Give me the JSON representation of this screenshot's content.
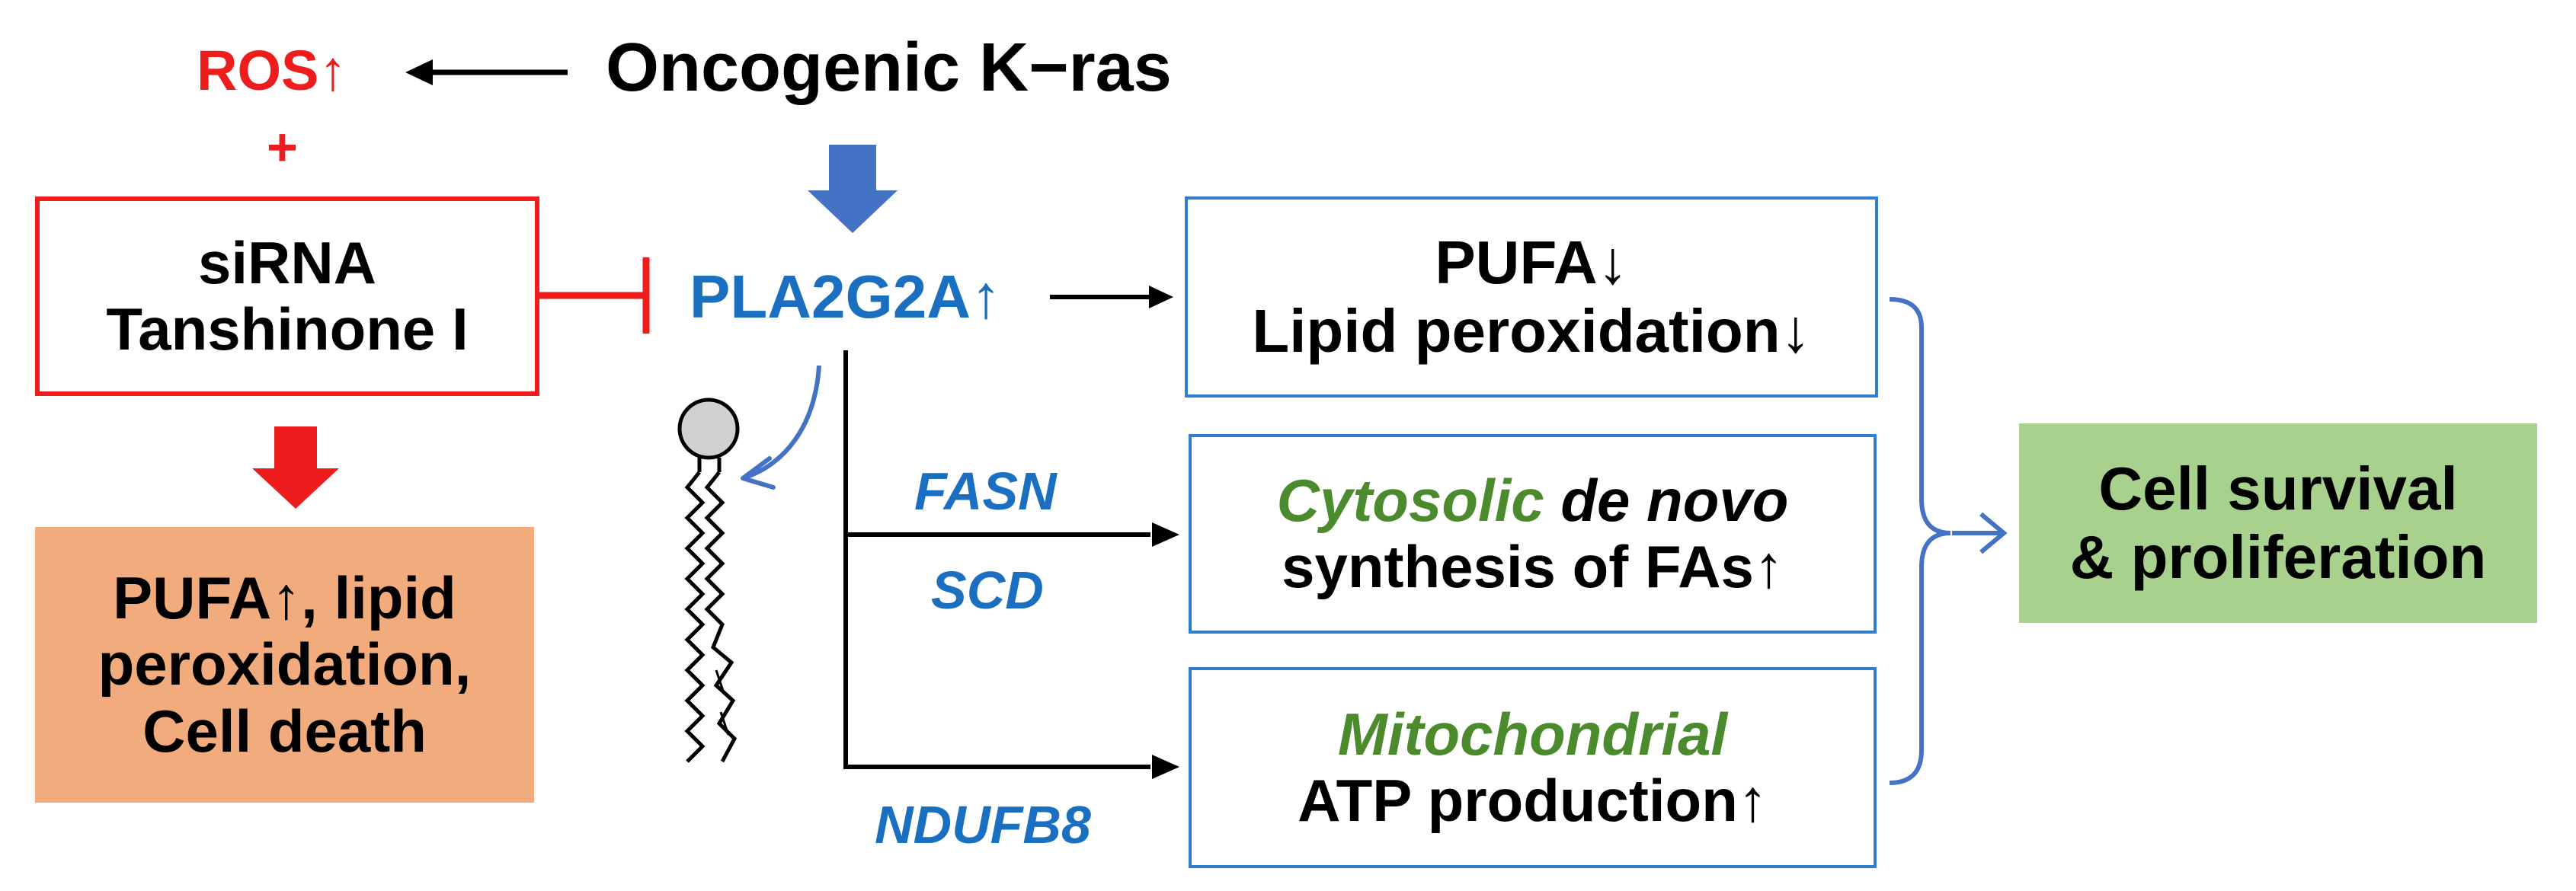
{
  "colors": {
    "red": "#ee1c1c",
    "blue": "#1a6fc0",
    "box_border_blue": "#2f7fd0",
    "green_text": "#4c8a2e",
    "orange_fill": "#f2ab7c",
    "green_fill": "#a9d18e",
    "arrow_blue": "#4472c4",
    "black": "#000000"
  },
  "top": {
    "ros_label": "ROS↑",
    "plus_label": "+",
    "oncogenic_label": "Oncogenic K−ras"
  },
  "inhibitor": {
    "line1": "siRNA",
    "line2": "Tanshinone I"
  },
  "outcome_death": {
    "line1": "PUFA↑, lipid",
    "line2": "peroxidation,",
    "line3": "Cell death"
  },
  "center": {
    "pla_label": "PLA2G2A↑"
  },
  "genes": {
    "fasn": "FASN",
    "scd": "SCD",
    "ndufb8": "NDUFB8"
  },
  "box_pufa": {
    "line1": "PUFA↓",
    "line2": "Lipid peroxidation↓"
  },
  "box_synthesis": {
    "line1_italic_green": "Cytosolic",
    "line1_italic_black": "de novo",
    "line2": "synthesis of FAs↑"
  },
  "box_mito": {
    "line1": "Mitochondrial",
    "line2": "ATP production↑"
  },
  "outcome_survival": {
    "line1": "Cell survival",
    "line2": "& proliferation"
  },
  "icons": {
    "phospholipid": "phospholipid-icon",
    "block_arrow_down_blue": "block-arrow-down-icon",
    "block_arrow_down_red": "block-arrow-down-icon",
    "inhibition": "inhibition-bar-icon",
    "brace": "curly-brace-icon"
  }
}
